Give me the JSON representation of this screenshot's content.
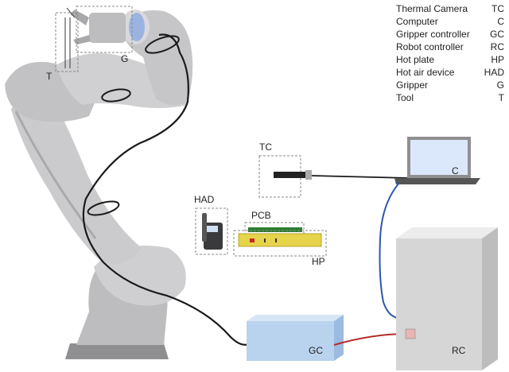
{
  "legend": [
    {
      "name": "Thermal Camera",
      "abbr": "TC"
    },
    {
      "name": "Computer",
      "abbr": "C"
    },
    {
      "name": "Gripper controller",
      "abbr": "GC"
    },
    {
      "name": "Robot controller",
      "abbr": "RC"
    },
    {
      "name": "Hot plate",
      "abbr": "HP"
    },
    {
      "name": "Hot air device",
      "abbr": "HAD"
    },
    {
      "name": "Gripper",
      "abbr": "G"
    },
    {
      "name": "Tool",
      "abbr": "T"
    }
  ],
  "labels": {
    "gripper": "G",
    "tool": "T",
    "thermal_camera": "TC",
    "computer": "C",
    "hot_air_device": "HAD",
    "pcb": "PCB",
    "hot_plate": "HP",
    "gripper_controller": "GC",
    "robot_controller": "RC"
  },
  "colors": {
    "robot_body": "#c9c9cb",
    "robot_shadow": "#9e9ea1",
    "cable_black": "#1a1a1a",
    "cable_blue": "#2f56b0",
    "cable_red": "#b52a2a",
    "hot_plate": "#e6d44a",
    "gripper_controller": "#b9d2ee",
    "robot_controller": "#d6d6d6",
    "laptop_screen": "#dbe8fb",
    "dashed_box": "#888888"
  }
}
